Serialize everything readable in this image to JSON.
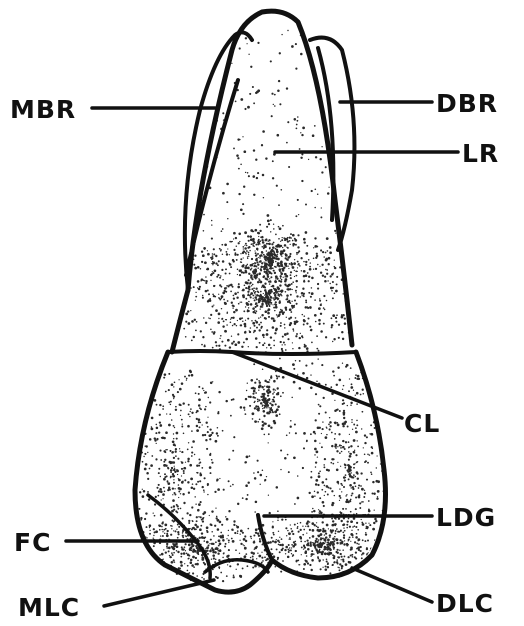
{
  "diagram": {
    "labels": {
      "mbr": "MBR",
      "dbr": "DBR",
      "lr": "LR",
      "cl": "CL",
      "ldg": "LDG",
      "fc": "FC",
      "mlc": "MLC",
      "dlc": "DLC"
    },
    "colors": {
      "ink": "#111111",
      "paper": "#ffffff",
      "stipple": "#2a2a2a"
    }
  }
}
